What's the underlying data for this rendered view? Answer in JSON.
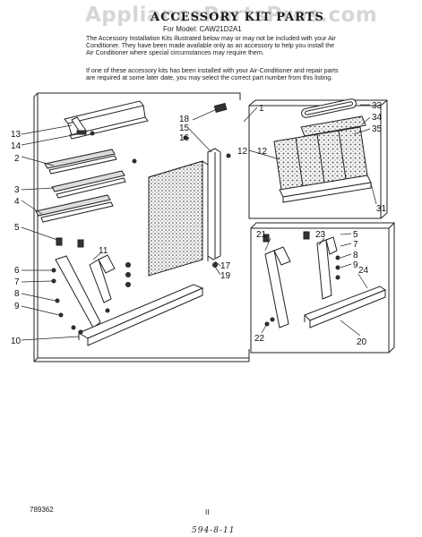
{
  "watermark": "AppliancePartsPros.com",
  "title": "ACCESSORY KIT PARTS",
  "subtitle": "For Model: CAW21D2A1",
  "paragraphs": [
    "The Accessory Installation Kits illustrated below may or may not be included with your Air Conditioner. They have been made available only as an accessory to help you install the Air Conditioner where special circumstances may require them.",
    "If one of these accessory kits has been installed with your Air-Conditioner and repair parts are required at some later date, you may select the correct part number from this listing."
  ],
  "callouts": {
    "main_panel": [
      "13",
      "14",
      "2",
      "3",
      "4",
      "5",
      "6",
      "7",
      "8",
      "9",
      "10",
      "11",
      "12",
      "15",
      "16",
      "17",
      "18",
      "19",
      "1"
    ],
    "kit_box": [
      "33",
      "34",
      "35",
      "12",
      "31"
    ],
    "bracket_box": [
      "21",
      "23",
      "5",
      "7",
      "8",
      "9",
      "24",
      "22",
      "20"
    ]
  },
  "footer": {
    "doc_number": "789362",
    "page_number": "II",
    "handwritten": "594-8-11"
  }
}
